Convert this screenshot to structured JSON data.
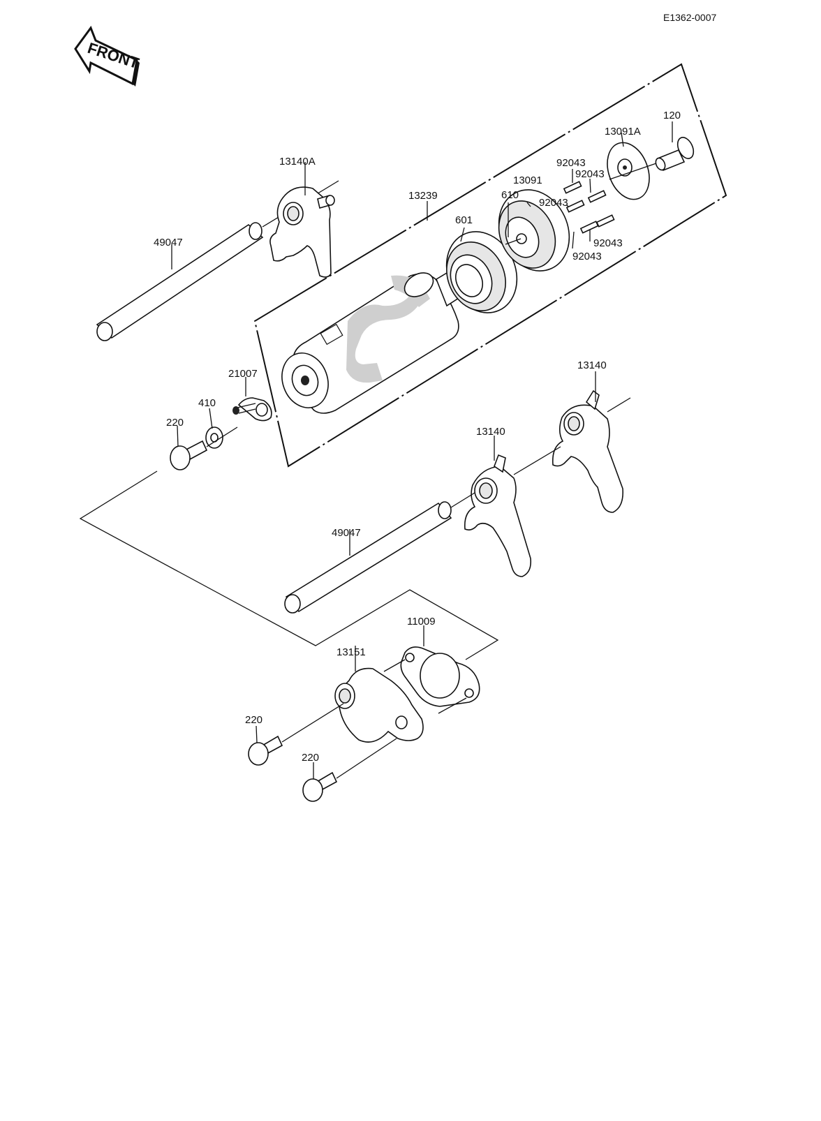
{
  "reference_code": "E1362-0007",
  "front_label": "FRONT",
  "labels": {
    "p120": "120",
    "p13091A": "13091A",
    "p92043_a": "92043",
    "p92043_b": "92043",
    "p92043_c": "92043",
    "p92043_d": "92043",
    "p92043_e": "92043",
    "p13091": "13091",
    "p610": "610",
    "p601": "601",
    "p13239": "13239",
    "p13140A": "13140A",
    "p49047_top": "49047",
    "p21007": "21007",
    "p410": "410",
    "p220_top": "220",
    "p13140_right": "13140",
    "p13140_mid": "13140",
    "p49047_bottom": "49047",
    "p11009": "11009",
    "p13151": "13151",
    "p220_mid": "220",
    "p220_bottom": "220"
  }
}
